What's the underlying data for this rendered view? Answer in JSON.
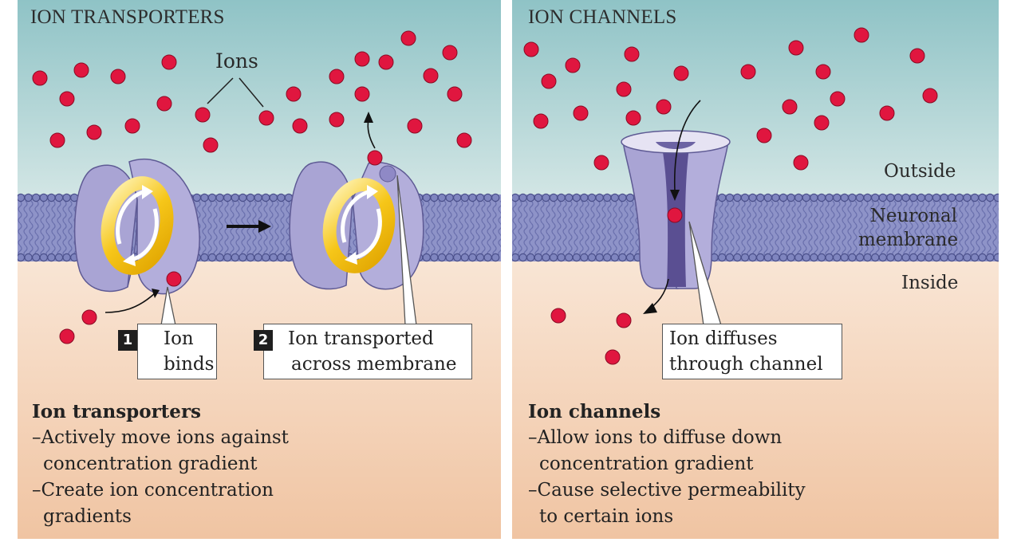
{
  "left_panel": {
    "title": "ION TRANSPORTERS",
    "ions_label": "Ions",
    "step1": {
      "number": "1",
      "line1": "Ion",
      "line2": "binds"
    },
    "step2": {
      "number": "2",
      "line1": "Ion transported",
      "line2": "across membrane"
    },
    "summary": {
      "heading": "Ion transporters",
      "line1": "–Actively move ions against",
      "line2": "concentration gradient",
      "line3": "–Create ion concentration",
      "line4": "gradients"
    }
  },
  "right_panel": {
    "title": "ION CHANNELS",
    "outside_label": "Outside",
    "membrane_label_1": "Neuronal",
    "membrane_label_2": "membrane",
    "inside_label": "Inside",
    "callout": {
      "line1": "Ion diffuses",
      "line2": "through channel"
    },
    "summary": {
      "heading": "Ion channels",
      "line1": "–Allow ions to diffuse down",
      "line2": "concentration gradient",
      "line3": "–Cause selective permeability",
      "line4": "to certain ions"
    }
  },
  "colors": {
    "outside_top": "#8fc3c6",
    "outside_bottom": "#cde3e3",
    "inside_top": "#f8e0cf",
    "inside_bottom": "#f1c7a6",
    "membrane": "#7d83bd",
    "protein": "#a7a2d3",
    "ion": "#e0163f",
    "pump": "#f6c619"
  }
}
